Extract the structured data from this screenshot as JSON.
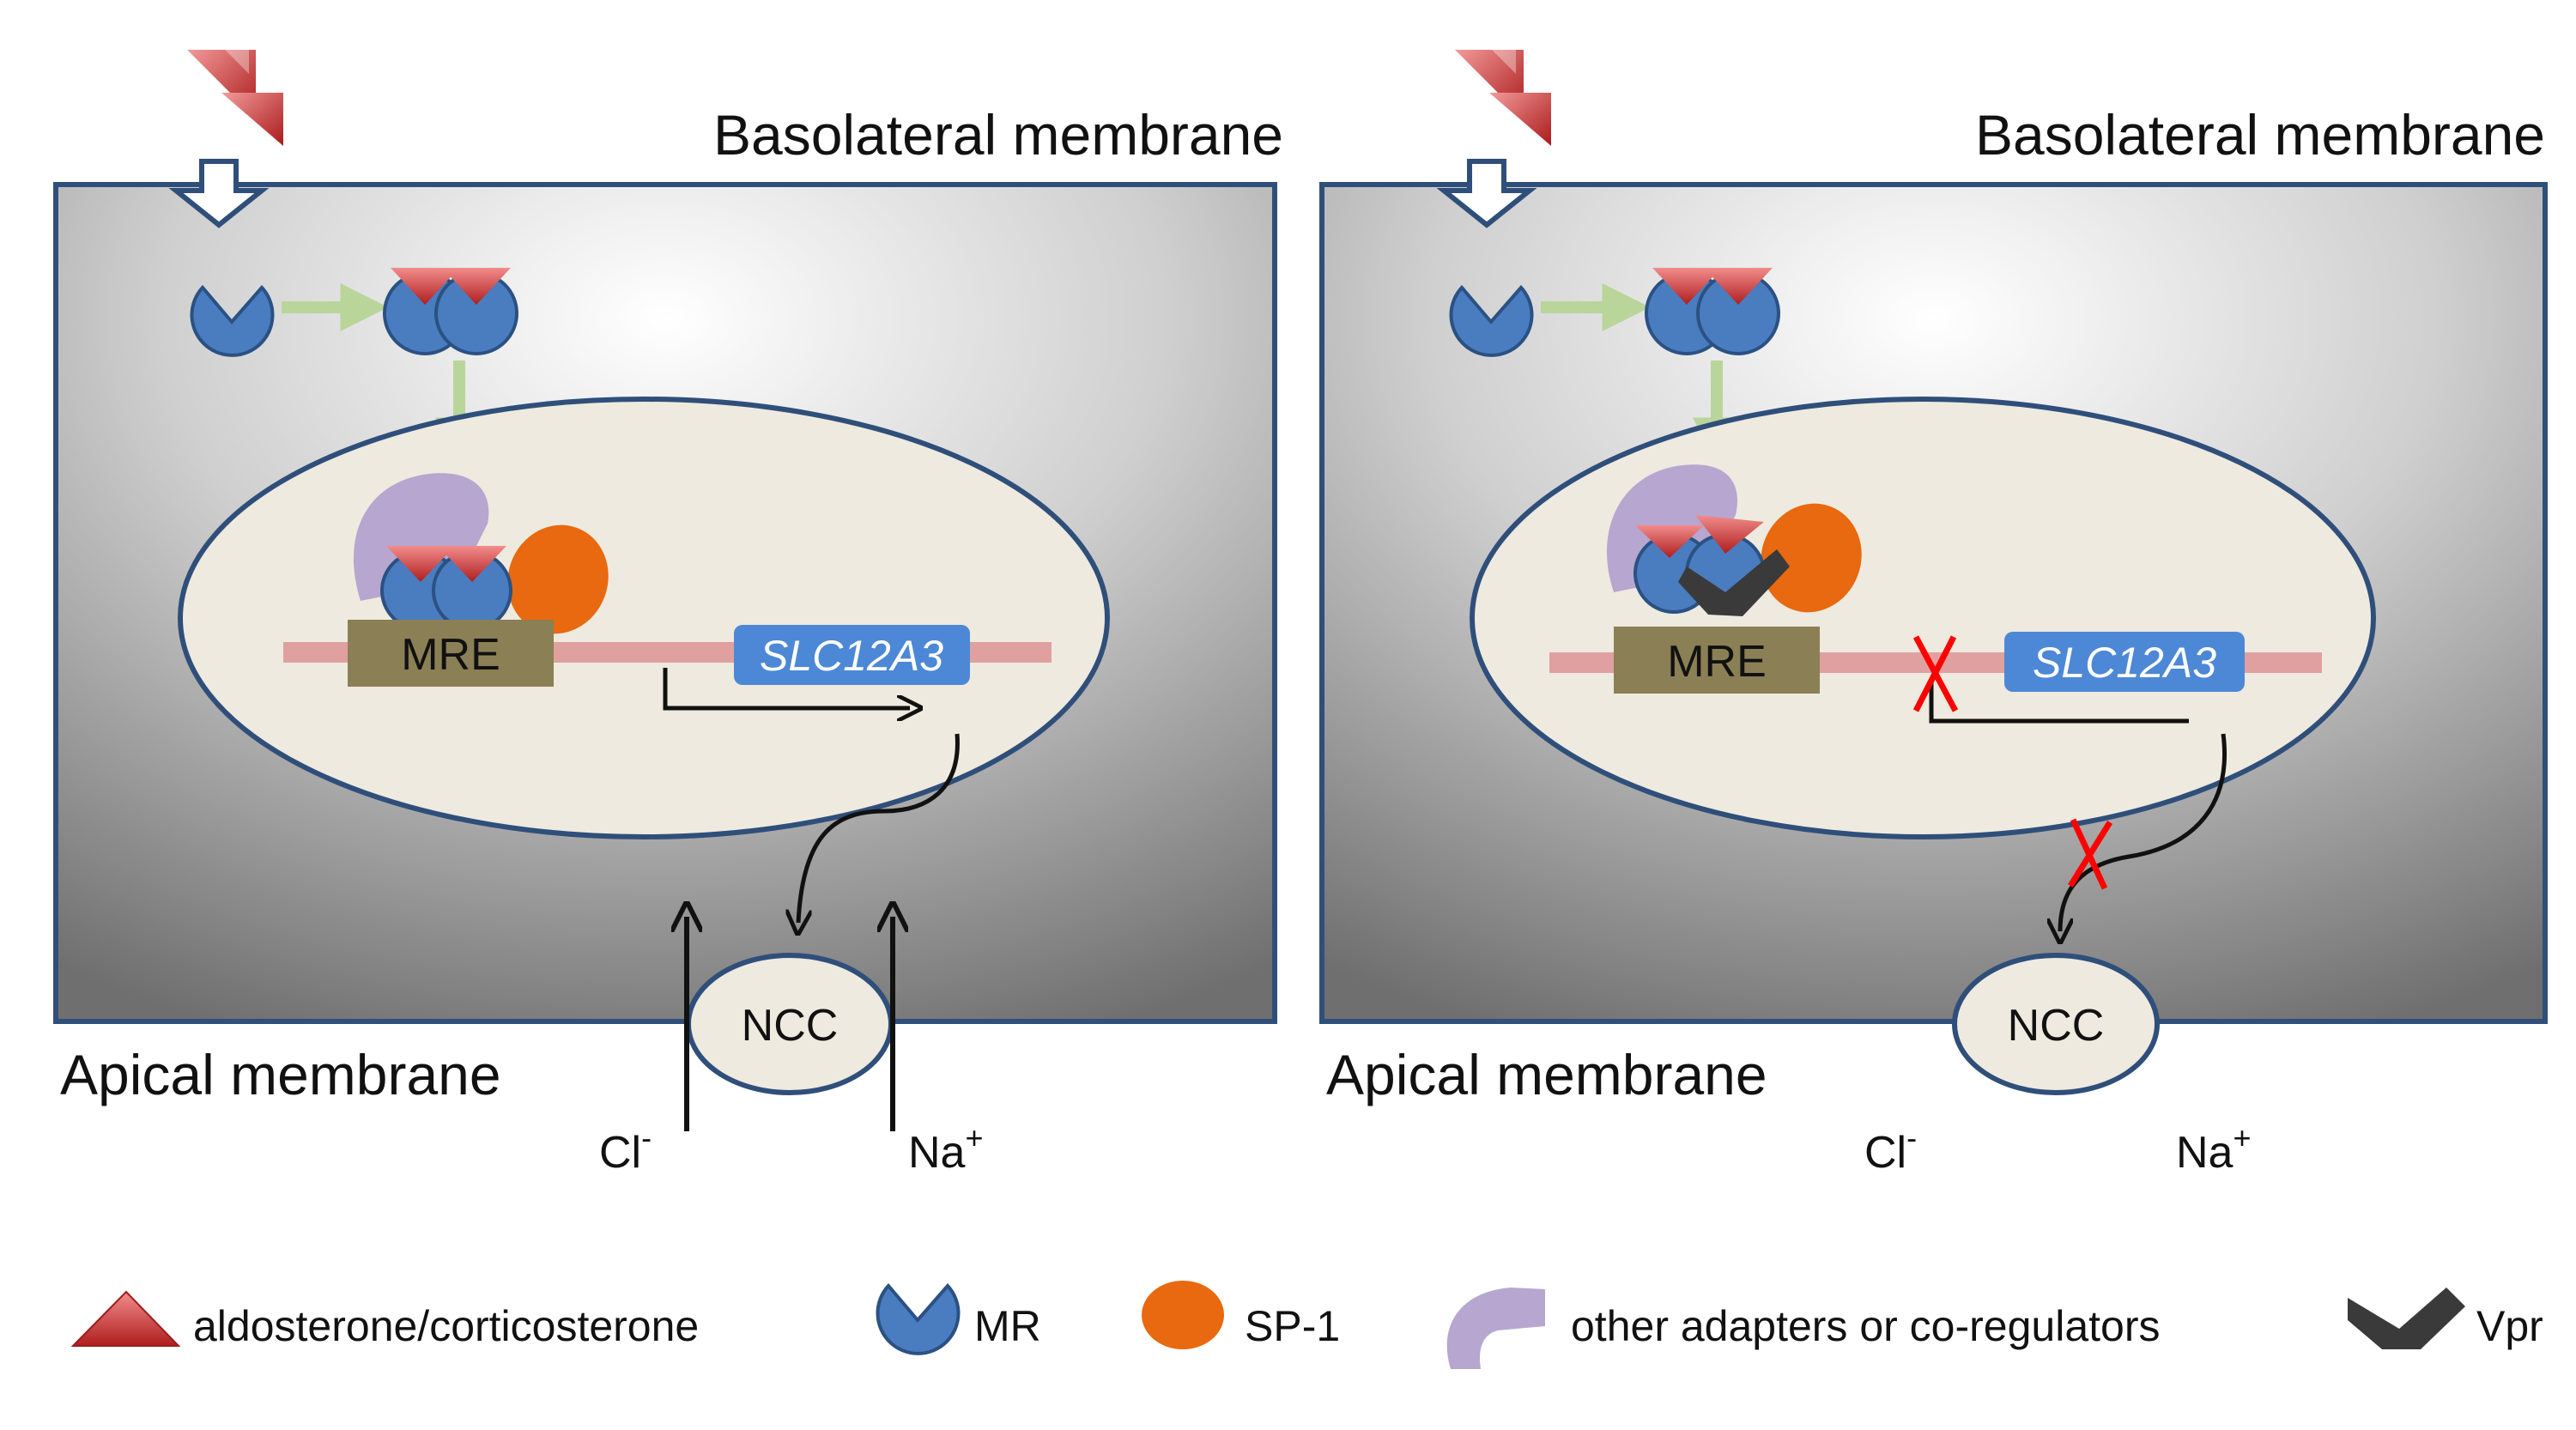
{
  "panels": [
    {
      "basolateral_label": "Basolateral membrane",
      "apical_label": "Apical membrane",
      "mre_label": "MRE",
      "gene_label": "SLC12A3",
      "ncc_label": "NCC",
      "cl_label": "Cl",
      "cl_sup": "-",
      "na_label": "Na",
      "na_sup": "+"
    },
    {
      "basolateral_label": "Basolateral membrane",
      "apical_label": "Apical membrane",
      "mre_label": "MRE",
      "gene_label": "SLC12A3",
      "ncc_label": "NCC",
      "cl_label": "Cl",
      "cl_sup": "-",
      "na_label": "Na",
      "na_sup": "+"
    }
  ],
  "legend": {
    "hormone": "aldosterone/corticosterone",
    "mr": "MR",
    "sp1": "SP-1",
    "adapters": "other adapters or co-regulators",
    "vpr": "Vpr"
  },
  "colors": {
    "membrane_stroke": "#2f4f7a",
    "mr_blue": "#4a7cc0",
    "hormone_red": "#c83232",
    "sp1_orange": "#e8690f",
    "adapter_purple": "#b7a6cf",
    "vpr_dark": "#3a3a3a",
    "mre_box": "#8b7f55",
    "gene_box": "#4d88d6",
    "dna_pink": "#e0a0a0",
    "arrow_green": "#b9d59a",
    "block_red": "#ff0000"
  },
  "icons": [
    "hormone-triangle-icon",
    "mr-receptor-icon",
    "sp1-icon",
    "adapter-icon",
    "vpr-icon",
    "block-x-icon"
  ]
}
